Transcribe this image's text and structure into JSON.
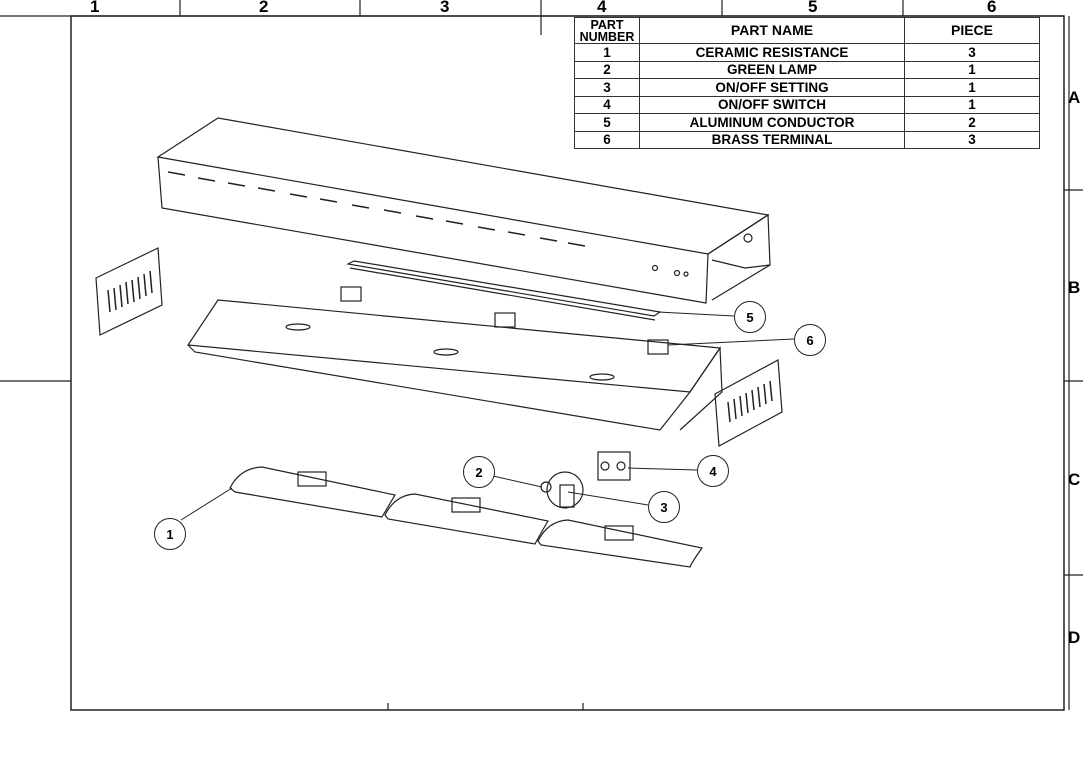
{
  "zones": {
    "columns": [
      "1",
      "2",
      "3",
      "4",
      "5",
      "6"
    ],
    "rows": [
      "A",
      "B",
      "C",
      "D"
    ]
  },
  "parts_table": {
    "headers": {
      "number": "PART NUMBER",
      "name": "PART NAME",
      "piece": "PIECE"
    },
    "rows": [
      {
        "number": "1",
        "name": "CERAMIC RESISTANCE",
        "piece": "3"
      },
      {
        "number": "2",
        "name": "GREEN LAMP",
        "piece": "1"
      },
      {
        "number": "3",
        "name": "ON/OFF SETTING",
        "piece": "1"
      },
      {
        "number": "4",
        "name": "ON/OFF SWITCH",
        "piece": "1"
      },
      {
        "number": "5",
        "name": "ALUMINUM CONDUCTOR",
        "piece": "2"
      },
      {
        "number": "6",
        "name": "BRASS TERMINAL",
        "piece": "3"
      }
    ]
  },
  "balloons": [
    "1",
    "2",
    "3",
    "4",
    "5",
    "6"
  ]
}
